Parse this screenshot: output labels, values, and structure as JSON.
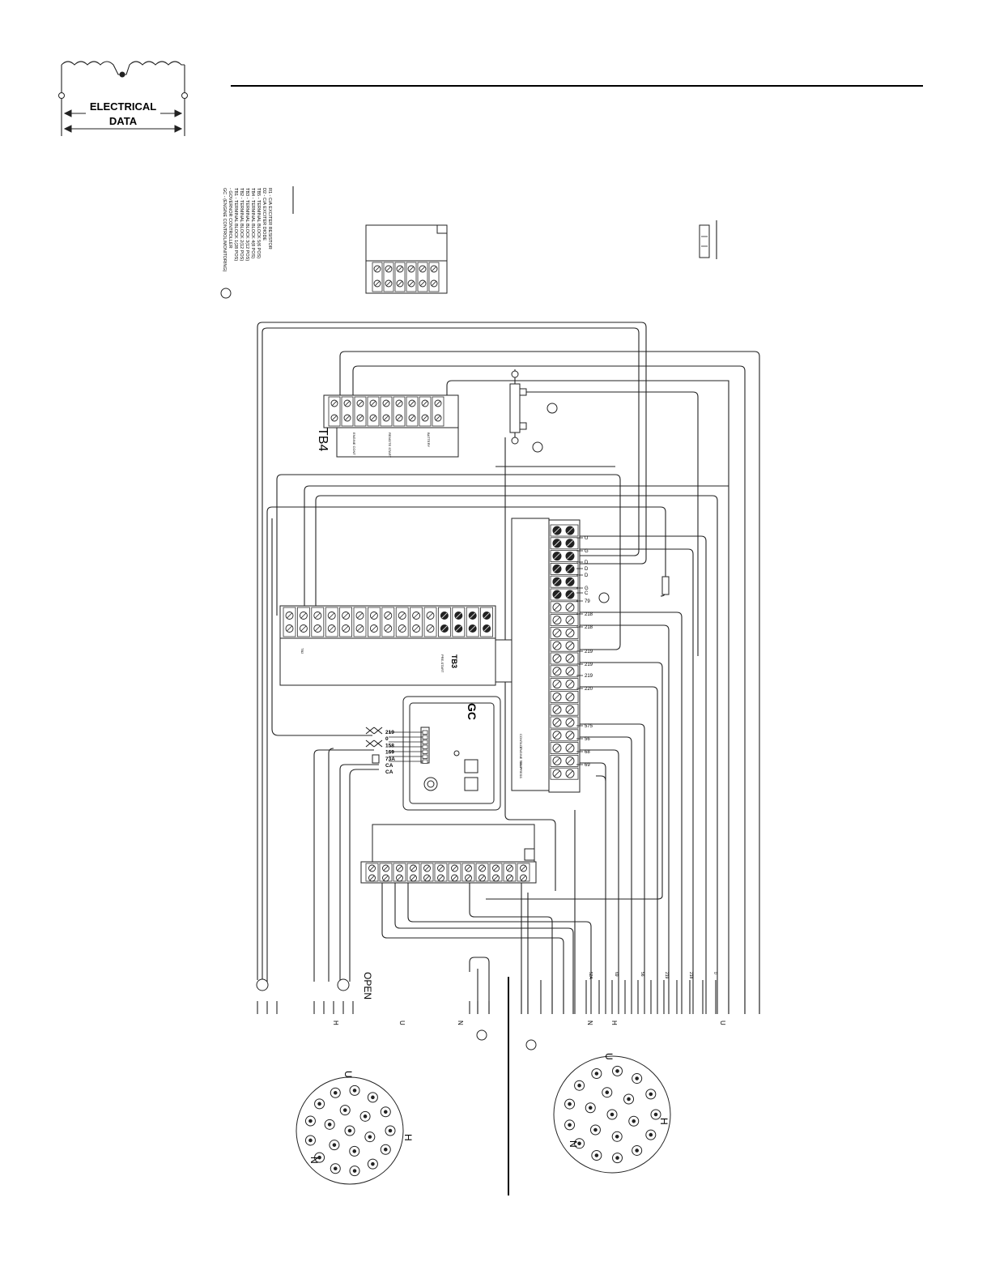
{
  "header": {
    "badge_line1": "ELECTRICAL",
    "badge_line2": "DATA"
  },
  "legend": {
    "entries": [
      "GC - (ENGINE CONTROL/MONITORING)",
      "   - GOVERNOR CONTROLLER",
      "TB1 - TERMINAL BLOCK 1(28 POS)",
      "TB2 - TERMINAL BLOCK 2(12 POS)",
      "TB3 - TERMINAL BLOCK 3(12 POS)",
      "TB4 - TERMINAL BLOCK 4(8 POS)",
      "TB5 - TERMINAL BLOCK 5(6 POS)",
      "D2 - C/A EXCITER DIODE",
      "R1 - C/A EXCITER RESISTOR"
    ]
  },
  "tb4": {
    "label": "TB4"
  },
  "gc": {
    "label": "GC",
    "wire_numbers": [
      "219",
      "0",
      "158",
      "169",
      "73A",
      "CA",
      "CA"
    ],
    "open_label": "OPEN"
  },
  "tb1": {
    "wire_labels": [
      "U",
      "G",
      "D",
      "D",
      "D",
      "G",
      "C",
      "79",
      "218",
      "218",
      "219",
      "219",
      "219",
      "220",
      "575",
      "56",
      "68",
      "69"
    ]
  },
  "bottom_left": {
    "letters": [
      "H",
      "U",
      "N"
    ]
  },
  "bottom_right": {
    "wire_numbers": [
      "52A",
      "69",
      "56",
      "219",
      "218",
      "0"
    ],
    "letters": [
      "N",
      "H",
      "U"
    ]
  },
  "connector_left": {
    "pin_labels": [
      "U",
      "H",
      "N"
    ]
  },
  "connector_right": {
    "pin_labels": [
      "U",
      "H",
      "N"
    ]
  }
}
